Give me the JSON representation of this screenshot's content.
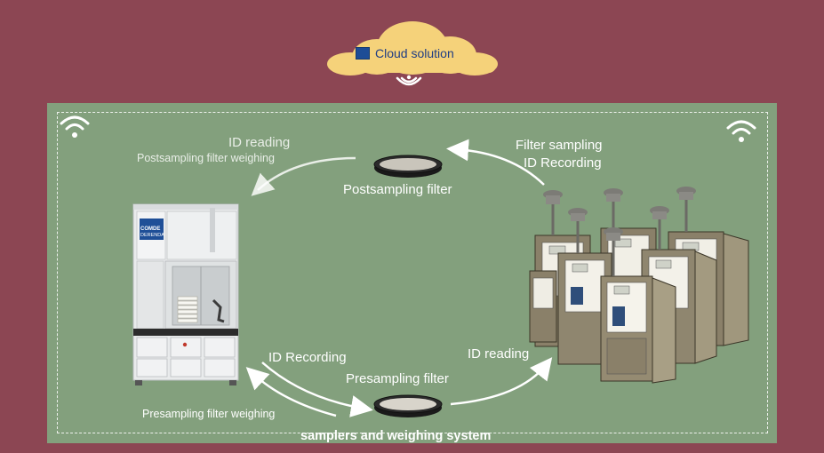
{
  "cloud": {
    "label": "Cloud solution"
  },
  "labels": {
    "top_left_line1": "ID reading",
    "top_left_line2": "Postsampling filter weighing",
    "post_filter": "Postsampling filter",
    "top_right_line1": "Filter sampling",
    "top_right_line2": "ID Recording",
    "bottom_left_id": "ID Recording",
    "bottom_left_weigh": "Presampling filter weighing",
    "pre_filter": "Presampling filter",
    "bottom_right_id": "ID reading"
  },
  "weighing_system": {
    "logo_line1": "COMDE",
    "logo_line2": "DERENDA"
  },
  "caption": "samplers and weighing system",
  "icons": [
    "cloud-icon",
    "wifi-icon",
    "filter-disc-icon",
    "weighing-robot-icon",
    "air-sampler-icon"
  ],
  "colors": {
    "background": "#8c4653",
    "panel": "#83a07d",
    "cloud": "#f5d27a",
    "cloud_text": "#1f3d84"
  }
}
